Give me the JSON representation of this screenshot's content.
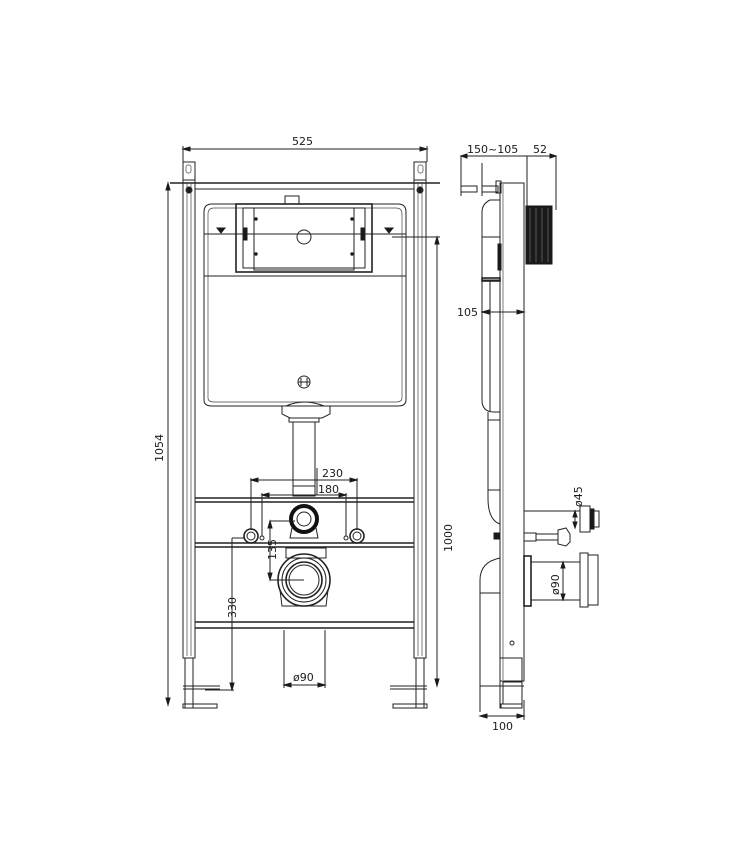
{
  "diagram": {
    "subject": "Concealed cistern wall-hung WC installation frame",
    "views": [
      {
        "name": "front-view",
        "dimensions": {
          "overall_width": "525",
          "overall_height": "1054",
          "frame_height": "1000",
          "waste_outlet_height": "330",
          "fixing_bolt_spacing": "230",
          "inlet_spacing": "180",
          "inlet_to_outlet": "135",
          "outlet_diameter": "ø90"
        }
      },
      {
        "name": "side-view",
        "dimensions": {
          "wall_depth_range": "150~105",
          "flush_plate_depth": "52",
          "cistern_depth": "105",
          "inlet_diameter": "ø45",
          "outlet_diameter": "ø90",
          "bottom_depth": "100"
        }
      }
    ],
    "colors": {
      "line": "#222222",
      "background": "#ffffff"
    }
  }
}
